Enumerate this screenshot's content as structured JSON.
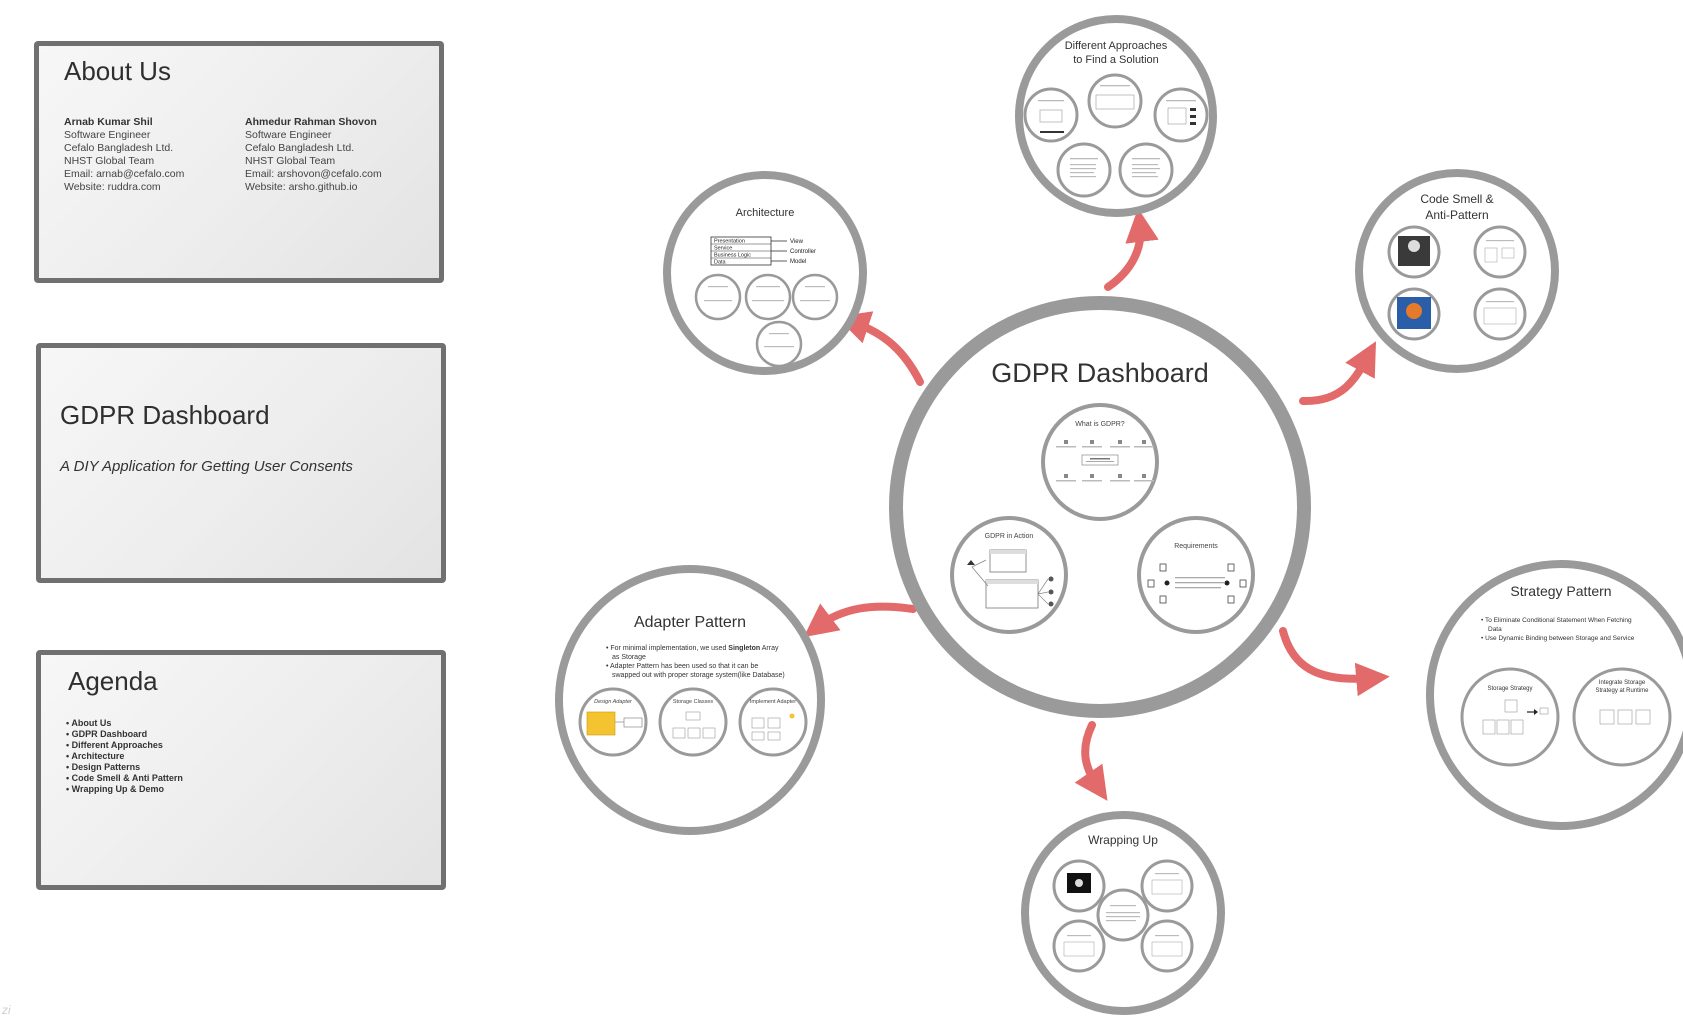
{
  "about": {
    "title": "About Us",
    "people": [
      {
        "name": "Arnab Kumar Shil",
        "lines": [
          "Software Engineer",
          "Cefalo Bangladesh Ltd.",
          "NHST Global Team",
          "Email: arnab@cefalo.com",
          "Website: ruddra.com"
        ]
      },
      {
        "name": "Ahmedur Rahman Shovon",
        "lines": [
          "Software Engineer",
          "Cefalo Bangladesh Ltd.",
          "NHST Global Team",
          "Email: arshovon@cefalo.com",
          "Website: arsho.github.io"
        ]
      }
    ]
  },
  "title_slide": {
    "title": "GDPR Dashboard",
    "subtitle": "A DIY Application for Getting User Consents"
  },
  "agenda": {
    "title": "Agenda",
    "items": [
      "About Us",
      "GDPR Dashboard",
      "Different Approaches",
      "Architecture",
      "Design Patterns",
      "Code Smell & Anti Pattern",
      "Wrapping Up & Demo"
    ]
  },
  "center": {
    "title": "GDPR Dashboard",
    "what_is": "What is GDPR?",
    "in_action": "GDPR in Action",
    "requirements": "Requirements"
  },
  "approaches": {
    "title_line1": "Different Approaches",
    "title_line2": "to Find a Solution"
  },
  "architecture": {
    "title": "Architecture",
    "layers": [
      "Presentation",
      "Service",
      "Business Logic",
      "Data"
    ],
    "outputs": [
      "View",
      "Controller",
      "Model"
    ]
  },
  "code_smell": {
    "title_line1": "Code Smell &",
    "title_line2": "Anti-Pattern"
  },
  "adapter": {
    "title": "Adapter Pattern",
    "bullet1_pre": "For minimal implementation, we used ",
    "bullet1_bold": "Singleton",
    "bullet1_post": " Array",
    "bullet1_line2": "as Storage",
    "bullet2_line1": "Adapter Pattern has been used so that it can be",
    "bullet2_line2": "swapped out with proper storage system(like Database)",
    "sub1": "Design Adapter",
    "sub2": "Storage Classes",
    "sub3": "Implement Adapter"
  },
  "strategy": {
    "title": "Strategy Pattern",
    "bullet1_line1": "To Eliminate Conditional Statement When Fetching",
    "bullet1_line2": "Data",
    "bullet2": "Use Dynamic Binding between Storage and Service",
    "sub1": "Storage Strategy",
    "sub2_line1": "Integrate Storage",
    "sub2_line2": "Strategy at Runtime"
  },
  "wrapping": {
    "title": "Wrapping Up"
  },
  "logo": "zi",
  "colors": {
    "ring": "#9a9a9a",
    "arrow": "#e26a6a",
    "frame": "#707070",
    "sticky": "#f4c430"
  }
}
